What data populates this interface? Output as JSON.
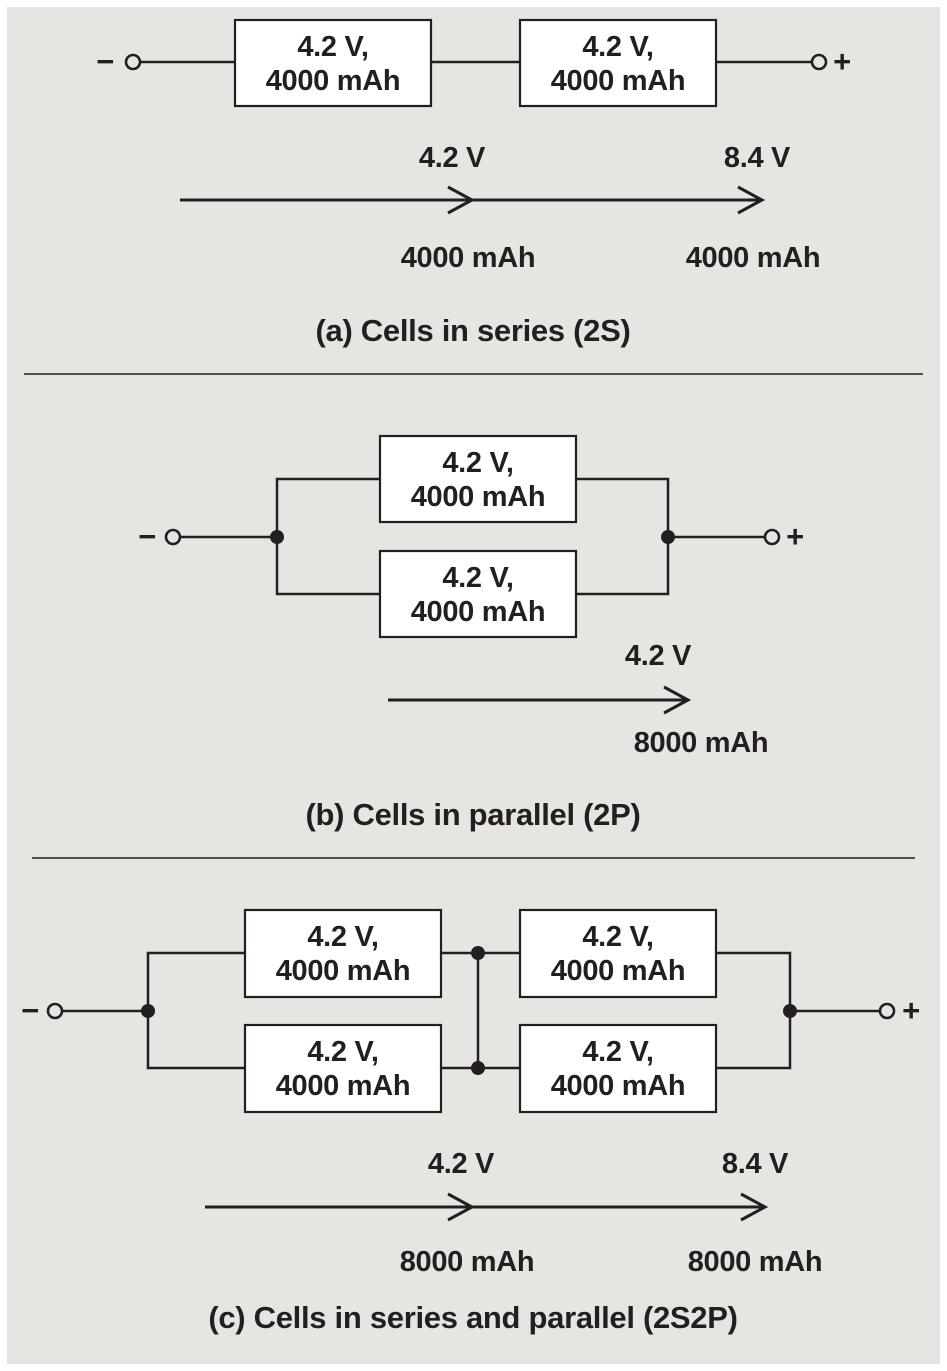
{
  "colors": {
    "background": "#e7e5e2",
    "line": "#231f20",
    "box_fill": "#ffffff"
  },
  "cell": {
    "line1": "4.2 V,",
    "line2": "4000 mAh"
  },
  "terminals": {
    "minus": "−",
    "plus": "+"
  },
  "panel_a": {
    "caption": "(a) Cells in series (2S)",
    "voltage_mid": "4.2 V",
    "voltage_end": "8.4 V",
    "capacity_mid": "4000 mAh",
    "capacity_end": "4000 mAh"
  },
  "panel_b": {
    "caption": "(b) Cells in parallel (2P)",
    "voltage": "4.2 V",
    "capacity": "8000 mAh"
  },
  "panel_c": {
    "caption": "(c) Cells in series and parallel (2S2P)",
    "voltage_mid": "4.2 V",
    "voltage_end": "8.4 V",
    "capacity_mid": "8000 mAh",
    "capacity_end": "8000 mAh"
  }
}
